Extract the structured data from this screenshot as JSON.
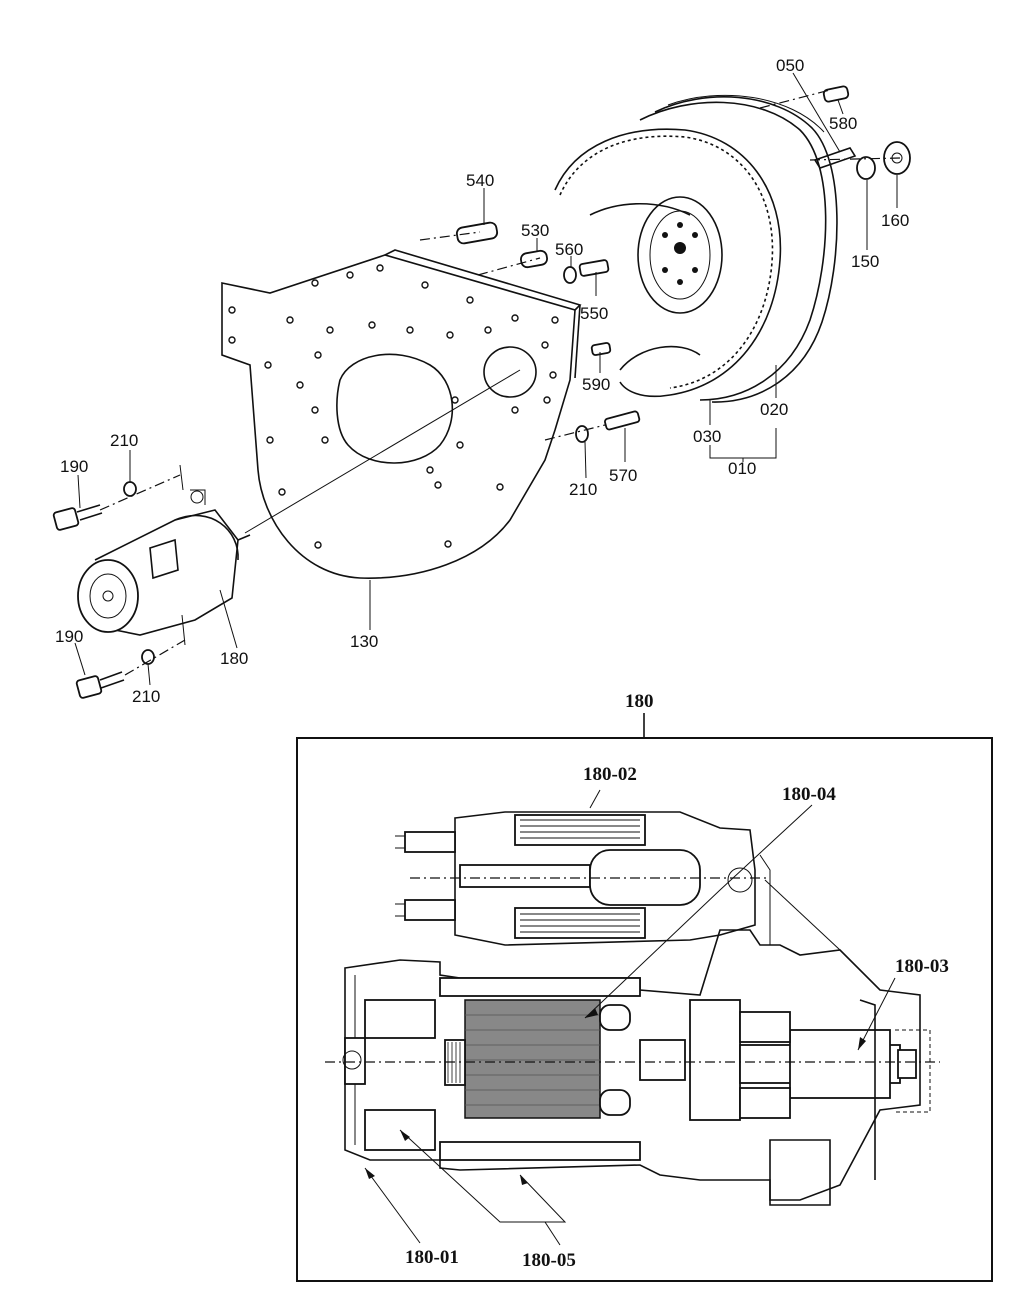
{
  "labels": {
    "l050": "050",
    "l580": "580",
    "l540": "540",
    "l530": "530",
    "l560": "560",
    "l550": "550",
    "l590": "590",
    "l160": "160",
    "l150": "150",
    "l020": "020",
    "l030": "030",
    "l010": "010",
    "l570": "570",
    "l210a": "210",
    "l210b": "210",
    "l210c": "210",
    "l190a": "190",
    "l190b": "190",
    "l180": "180",
    "l130": "130",
    "detail_title": "180",
    "d18002": "180-02",
    "d18004": "180-04",
    "d18003": "180-03",
    "d18001": "180-01",
    "d18005": "180-05"
  }
}
